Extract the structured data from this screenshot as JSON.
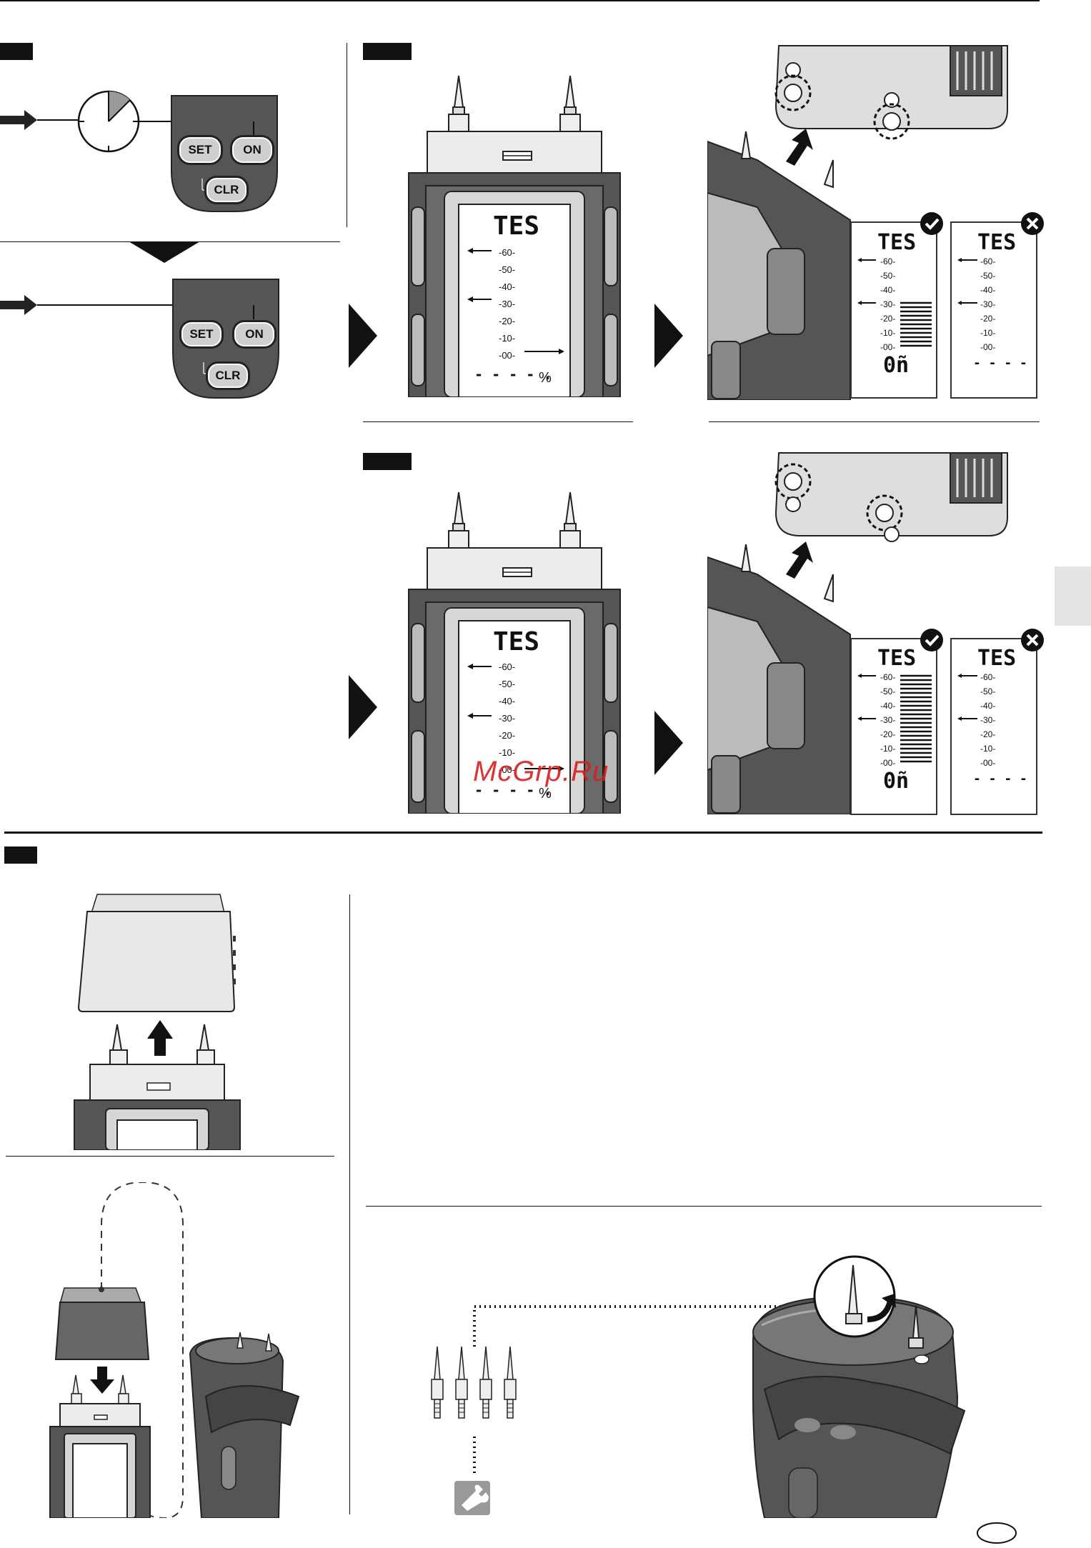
{
  "buttons": {
    "set": "SET",
    "on": "ON",
    "clr": "CLR"
  },
  "display": {
    "mode": "TES",
    "scale": [
      "-60-",
      "-50-",
      "-40-",
      "-30-",
      "-20-",
      "-10-",
      "-00-"
    ],
    "reading": "- - - - .",
    "percent": "%",
    "ok": "0ñ",
    "fail": "- - - -"
  },
  "watermark": "McGrp.Ru",
  "colors": {
    "housing": "#555555",
    "housing_dark": "#3d3d3d",
    "light_gray": "#d6d6d6",
    "panel": "#f4f4f4",
    "ok": "#111111",
    "watermark": "#d81e1e"
  },
  "icons": [
    "arrow-right-icon",
    "clock-icon",
    "check-icon",
    "cross-icon",
    "wrench-icon",
    "arrow-up-icon",
    "arrow-down-icon",
    "rotate-icon",
    "language-badge-icon"
  ]
}
